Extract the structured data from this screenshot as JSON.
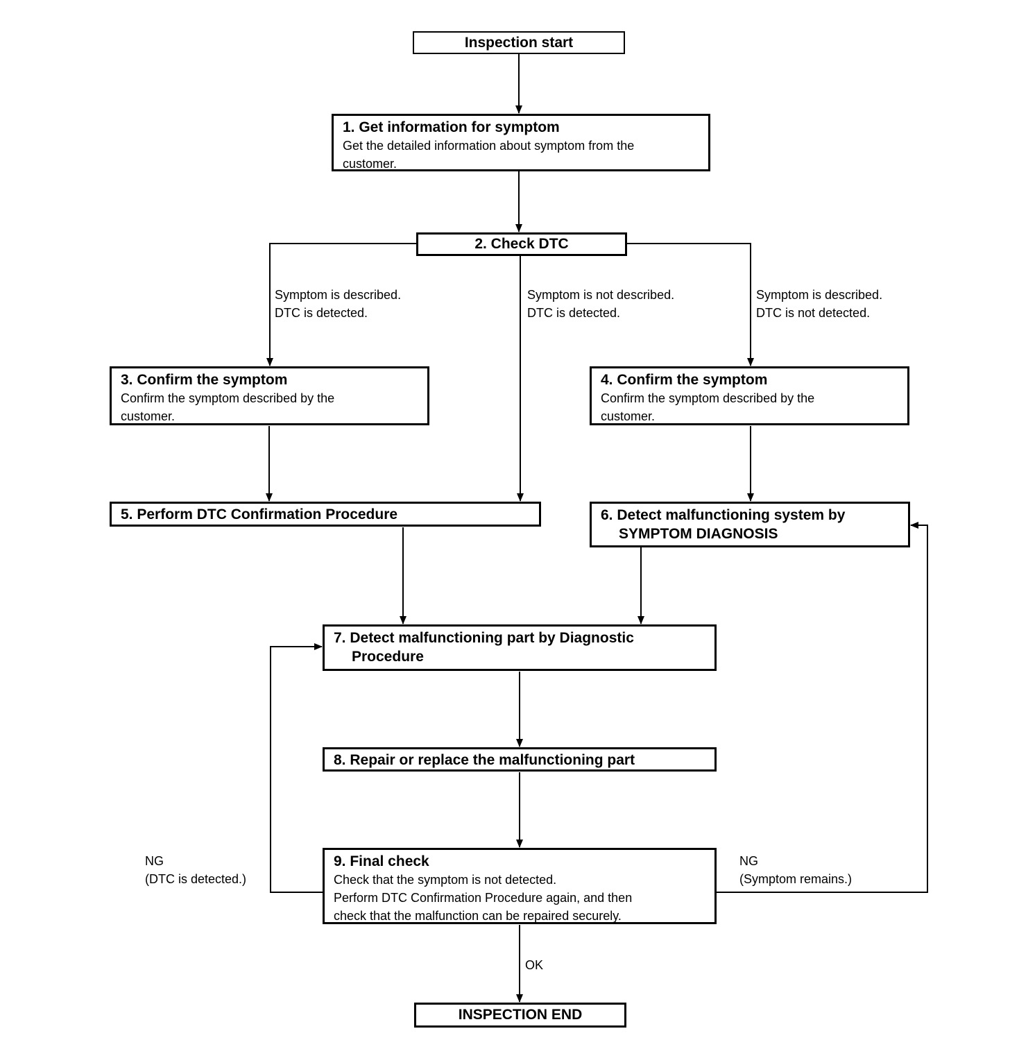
{
  "colors": {
    "ink": "#000000",
    "background": "#ffffff"
  },
  "nodes": {
    "start": {
      "label": "Inspection start"
    },
    "step1": {
      "title": "1. Get information for symptom",
      "body": [
        "Get the detailed information about symptom from the",
        "customer."
      ]
    },
    "step2": {
      "title": "2. Check DTC"
    },
    "step3": {
      "title": "3. Confirm the symptom",
      "body": [
        "Confirm the symptom described by the",
        "customer."
      ]
    },
    "step4": {
      "title": "4. Confirm the symptom",
      "body": [
        "Confirm the symptom described by the",
        "customer."
      ]
    },
    "step5": {
      "title": "5. Perform DTC Confirmation Procedure"
    },
    "step6": {
      "title": [
        "6. Detect malfunctioning system by",
        "SYMPTOM DIAGNOSIS"
      ]
    },
    "step7": {
      "title": [
        "7. Detect malfunctioning part by Diagnostic",
        "Procedure"
      ]
    },
    "step8": {
      "title": "8. Repair or replace the malfunctioning part"
    },
    "step9": {
      "title": "9. Final check",
      "body": [
        "Check that the symptom is not detected.",
        "Perform DTC Confirmation Procedure again, and then",
        "check that the malfunction can be repaired securely."
      ]
    },
    "end": {
      "label": "INSPECTION END"
    }
  },
  "edge_labels": {
    "branch_left": [
      "Symptom is described.",
      "DTC is detected."
    ],
    "branch_middle": [
      "Symptom is not described.",
      "DTC is detected."
    ],
    "branch_right": [
      "Symptom is described.",
      "DTC is not detected."
    ],
    "ng_left": [
      "NG",
      "(DTC is detected.)"
    ],
    "ng_right": [
      "NG",
      "(Symptom remains.)"
    ],
    "ok": "OK"
  }
}
